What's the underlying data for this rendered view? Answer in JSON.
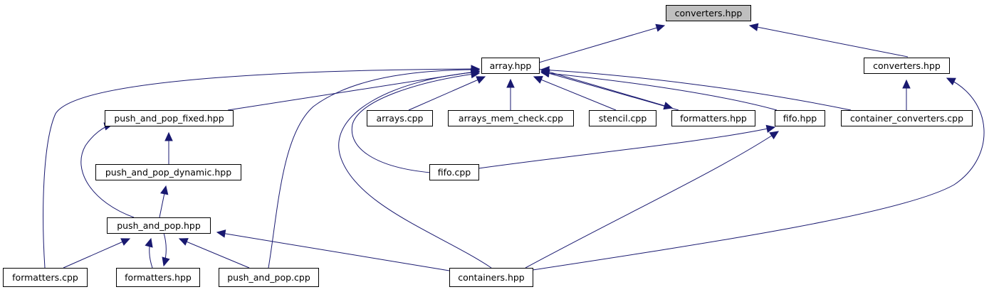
{
  "diagram": {
    "colors": {
      "edge": "#191970",
      "root_fill": "#bfbfbf",
      "node_fill": "#ffffff",
      "border": "#000000"
    },
    "nodes": [
      {
        "id": "converters_root",
        "label": "converters.hpp",
        "root": true
      },
      {
        "id": "array_hpp",
        "label": "array.hpp"
      },
      {
        "id": "converters_hpp",
        "label": "converters.hpp"
      },
      {
        "id": "push_and_pop_fixed",
        "label": "push_and_pop_fixed.hpp"
      },
      {
        "id": "arrays_cpp",
        "label": "arrays.cpp"
      },
      {
        "id": "arrays_mem_check",
        "label": "arrays_mem_check.cpp"
      },
      {
        "id": "stencil_cpp",
        "label": "stencil.cpp"
      },
      {
        "id": "formatters_hpp_top",
        "label": "formatters.hpp"
      },
      {
        "id": "fifo_hpp",
        "label": "fifo.hpp"
      },
      {
        "id": "container_converters",
        "label": "container_converters.cpp"
      },
      {
        "id": "fifo_cpp",
        "label": "fifo.cpp"
      },
      {
        "id": "push_and_pop_dynamic",
        "label": "push_and_pop_dynamic.hpp"
      },
      {
        "id": "push_and_pop_hpp",
        "label": "push_and_pop.hpp"
      },
      {
        "id": "formatters_cpp",
        "label": "formatters.cpp"
      },
      {
        "id": "formatters_hpp_bottom",
        "label": "formatters.hpp"
      },
      {
        "id": "push_and_pop_cpp",
        "label": "push_and_pop.cpp"
      },
      {
        "id": "containers_hpp",
        "label": "containers.hpp"
      }
    ],
    "edges": [
      {
        "from": "array_hpp",
        "to": "converters_root"
      },
      {
        "from": "converters_hpp",
        "to": "converters_root"
      },
      {
        "from": "push_and_pop_fixed",
        "to": "array_hpp"
      },
      {
        "from": "arrays_cpp",
        "to": "array_hpp"
      },
      {
        "from": "arrays_mem_check",
        "to": "array_hpp"
      },
      {
        "from": "stencil_cpp",
        "to": "array_hpp"
      },
      {
        "from": "formatters_hpp_top",
        "to": "array_hpp"
      },
      {
        "from": "array_hpp",
        "to": "formatters_hpp_top"
      },
      {
        "from": "fifo_hpp",
        "to": "array_hpp"
      },
      {
        "from": "container_converters",
        "to": "array_hpp"
      },
      {
        "from": "fifo_cpp",
        "to": "array_hpp"
      },
      {
        "from": "formatters_cpp",
        "to": "array_hpp"
      },
      {
        "from": "push_and_pop_cpp",
        "to": "array_hpp"
      },
      {
        "from": "containers_hpp",
        "to": "array_hpp"
      },
      {
        "from": "container_converters",
        "to": "converters_hpp"
      },
      {
        "from": "containers_hpp",
        "to": "converters_hpp"
      },
      {
        "from": "push_and_pop_dynamic",
        "to": "push_and_pop_fixed"
      },
      {
        "from": "push_and_pop_hpp",
        "to": "push_and_pop_fixed"
      },
      {
        "from": "push_and_pop_hpp",
        "to": "push_and_pop_dynamic"
      },
      {
        "from": "fifo_cpp",
        "to": "fifo_hpp"
      },
      {
        "from": "containers_hpp",
        "to": "fifo_hpp"
      },
      {
        "from": "formatters_cpp",
        "to": "push_and_pop_hpp"
      },
      {
        "from": "formatters_hpp_bottom",
        "to": "push_and_pop_hpp"
      },
      {
        "from": "push_and_pop_hpp",
        "to": "formatters_hpp_bottom"
      },
      {
        "from": "push_and_pop_cpp",
        "to": "push_and_pop_hpp"
      },
      {
        "from": "containers_hpp",
        "to": "push_and_pop_hpp"
      }
    ]
  }
}
